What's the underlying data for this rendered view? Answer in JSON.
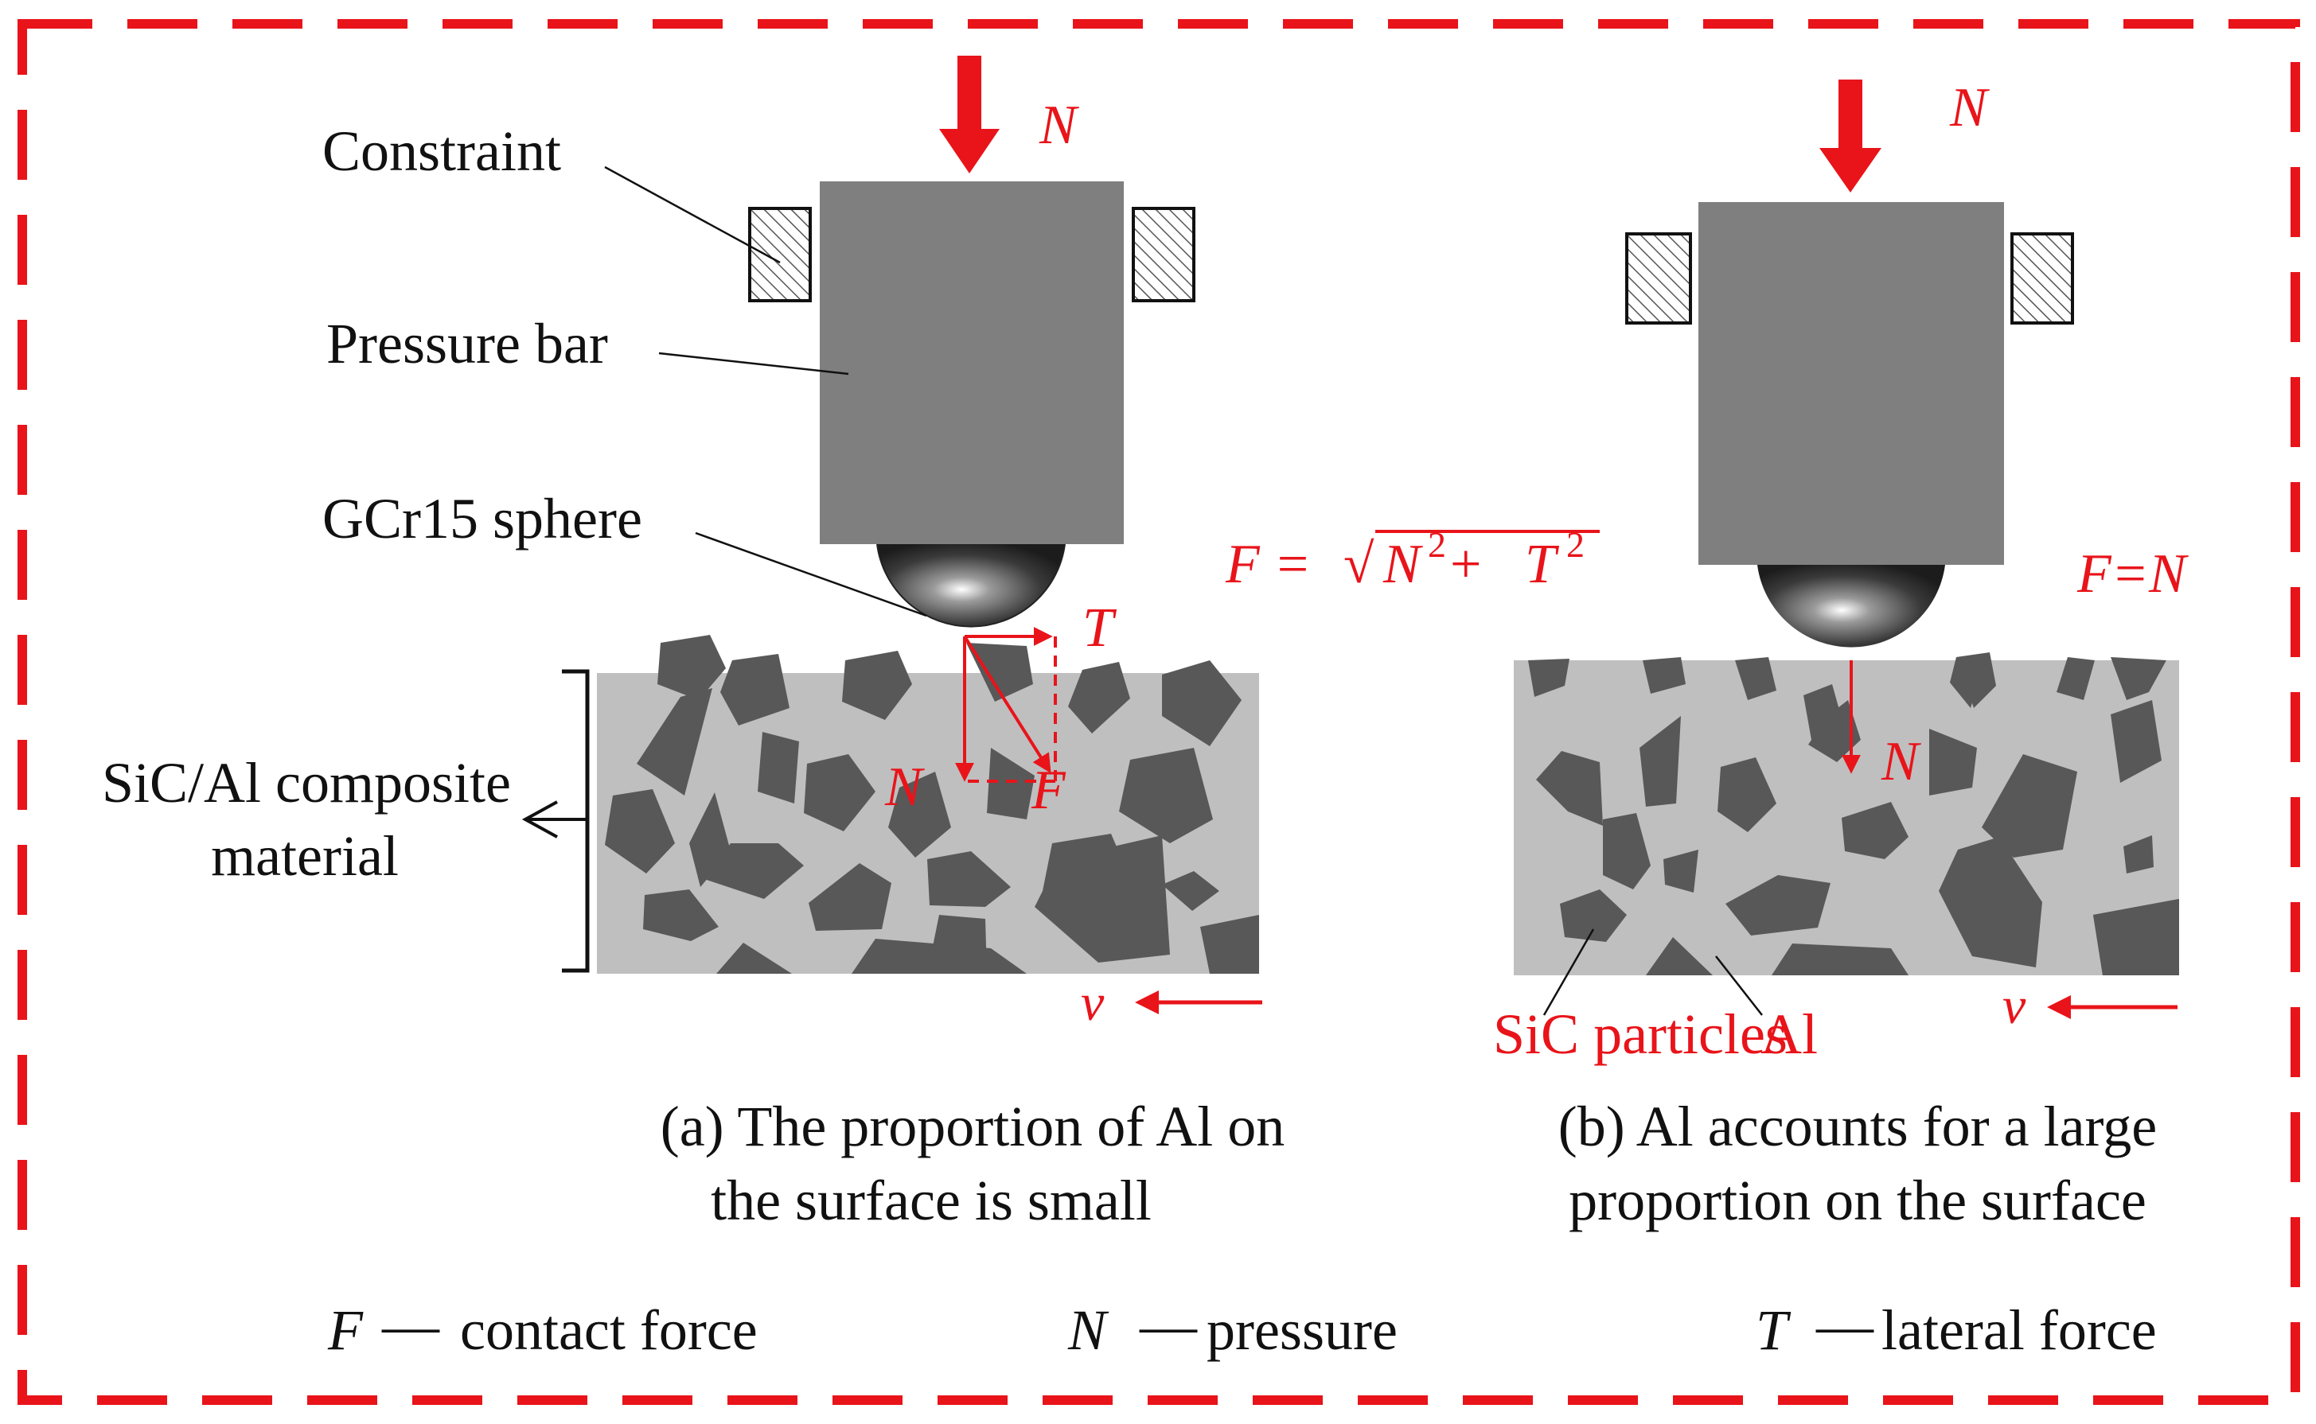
{
  "colors": {
    "red": "#e8141a",
    "bar": "#7f7f7f",
    "matrix": "#bfbfbf",
    "particle": "#585858",
    "border_dash": "#e8141a"
  },
  "icons": [
    "down-arrow-icon",
    "left-arrow-icon",
    "sphere-icon",
    "bracket-icon"
  ],
  "labels": {
    "constraint": "Constraint",
    "pressure_bar": "Pressure bar",
    "sphere": "GCr15 sphere",
    "composite_line1": "SiC/Al  composite",
    "composite_line2": "material",
    "sic_particles": "SiC particles",
    "al": "Al"
  },
  "panel_a": {
    "force_N": "N",
    "force_T": "T",
    "force_N_vec": "N",
    "force_F_vec": "F",
    "formula_lhs": "F = ",
    "formula_N": "N",
    "formula_T": "T",
    "formula_exp": "2",
    "formula_plus": " + ",
    "velocity": "v",
    "caption_line1": "(a) The proportion of Al on",
    "caption_line2": "the surface is small"
  },
  "panel_b": {
    "force_N": "N",
    "force_N_vec": "N",
    "relation": "F=N",
    "velocity": "v",
    "caption_line1": "(b) Al accounts for a large",
    "caption_line2": "proportion on the surface"
  },
  "legend": [
    {
      "symbol": "F",
      "dash": "—",
      "text": "contact force"
    },
    {
      "symbol": "N",
      "dash": "—",
      "text": "pressure"
    },
    {
      "symbol": "T",
      "dash": "—",
      "text": "lateral force"
    }
  ]
}
